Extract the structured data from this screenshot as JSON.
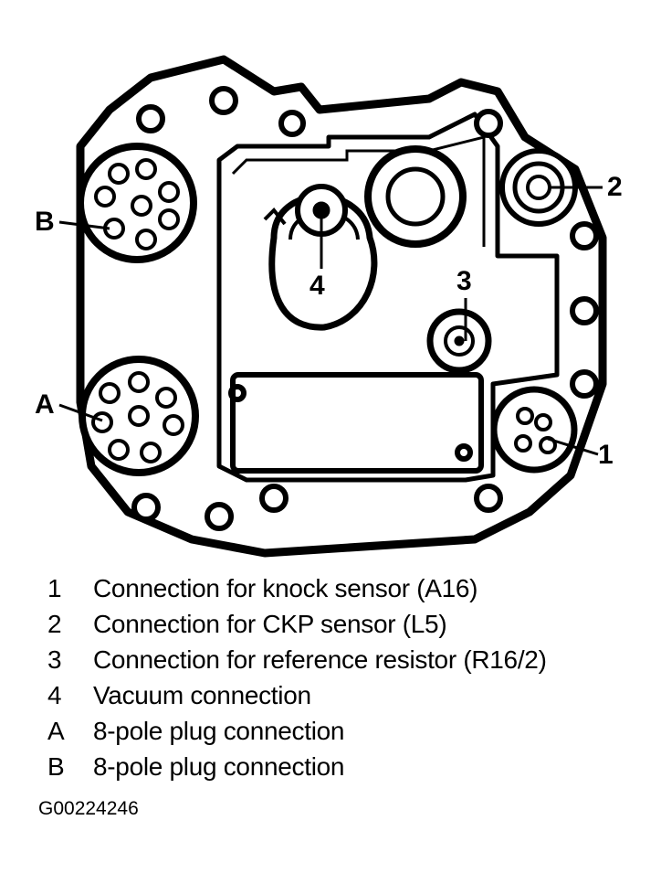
{
  "diagram": {
    "callouts": {
      "connection_1": "1",
      "connection_2": "2",
      "connection_3": "3",
      "connection_4": "4",
      "plug_a": "A",
      "plug_b": "B"
    }
  },
  "legend": [
    {
      "key": "1",
      "text": "Connection for knock sensor (A16)"
    },
    {
      "key": "2",
      "text": "Connection for CKP sensor (L5)"
    },
    {
      "key": "3",
      "text": "Connection for reference resistor (R16/2)"
    },
    {
      "key": "4",
      "text": "Vacuum connection"
    },
    {
      "key": "A",
      "text": "8-pole plug connection"
    },
    {
      "key": "B",
      "text": "8-pole plug connection"
    }
  ],
  "figure_id": "G00224246"
}
